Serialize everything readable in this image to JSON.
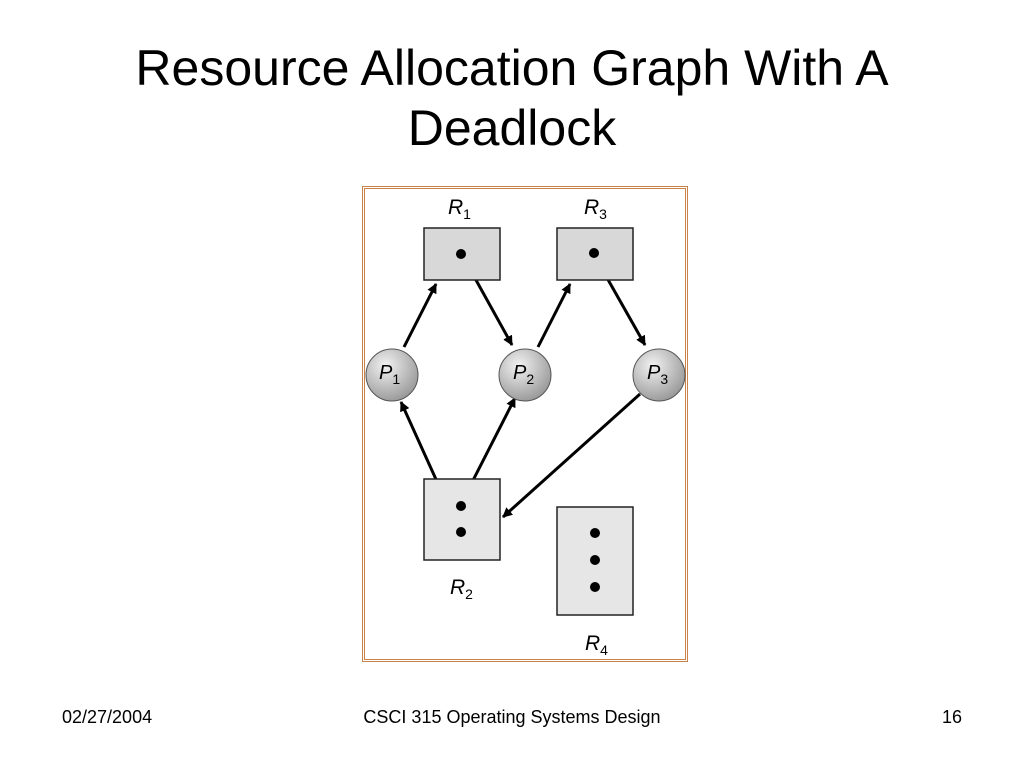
{
  "slide": {
    "title_line1": "Resource Allocation Graph With A",
    "title_line2": "Deadlock"
  },
  "diagram": {
    "resources": [
      {
        "id": "R1",
        "letter": "R",
        "sub": "1",
        "instances": 1
      },
      {
        "id": "R2",
        "letter": "R",
        "sub": "2",
        "instances": 2
      },
      {
        "id": "R3",
        "letter": "R",
        "sub": "3",
        "instances": 1
      },
      {
        "id": "R4",
        "letter": "R",
        "sub": "4",
        "instances": 3
      }
    ],
    "processes": [
      {
        "id": "P1",
        "letter": "P",
        "sub": "1"
      },
      {
        "id": "P2",
        "letter": "P",
        "sub": "2"
      },
      {
        "id": "P3",
        "letter": "P",
        "sub": "3"
      }
    ],
    "edges": [
      {
        "from": "P1",
        "to": "R1",
        "kind": "request"
      },
      {
        "from": "R1",
        "to": "P2",
        "kind": "assignment"
      },
      {
        "from": "P2",
        "to": "R3",
        "kind": "request"
      },
      {
        "from": "R3",
        "to": "P3",
        "kind": "assignment"
      },
      {
        "from": "P3",
        "to": "R2",
        "kind": "request"
      },
      {
        "from": "R2",
        "to": "P1",
        "kind": "assignment"
      },
      {
        "from": "R2",
        "to": "P2",
        "kind": "assignment"
      }
    ],
    "colors": {
      "frame": "#c8824a",
      "resource_fill": "#d8d8d8",
      "resource_fill_light": "#e6e6e6",
      "process_fill": "#bdbdbd"
    }
  },
  "footer": {
    "date": "02/27/2004",
    "course": "CSCI 315 Operating Systems Design",
    "page": "16"
  }
}
